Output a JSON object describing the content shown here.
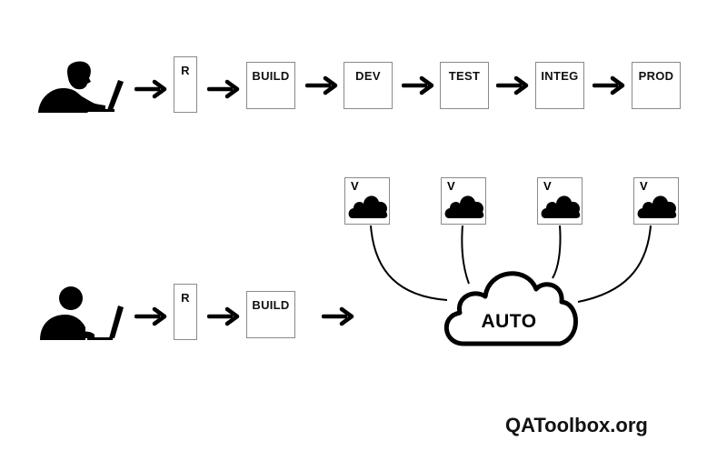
{
  "top_pipeline": {
    "stages": [
      "R",
      "BUILD",
      "DEV",
      "TEST",
      "INTEG",
      "PROD"
    ]
  },
  "bottom_pipeline": {
    "stages": [
      "R",
      "BUILD"
    ],
    "automation_label": "AUTO",
    "virtual_env_label": "V",
    "virtual_env_count": 4
  },
  "brand": "QAToolbox.org",
  "colors": {
    "ink": "#000000",
    "box_border": "#8a8a8a",
    "background": "#ffffff"
  }
}
